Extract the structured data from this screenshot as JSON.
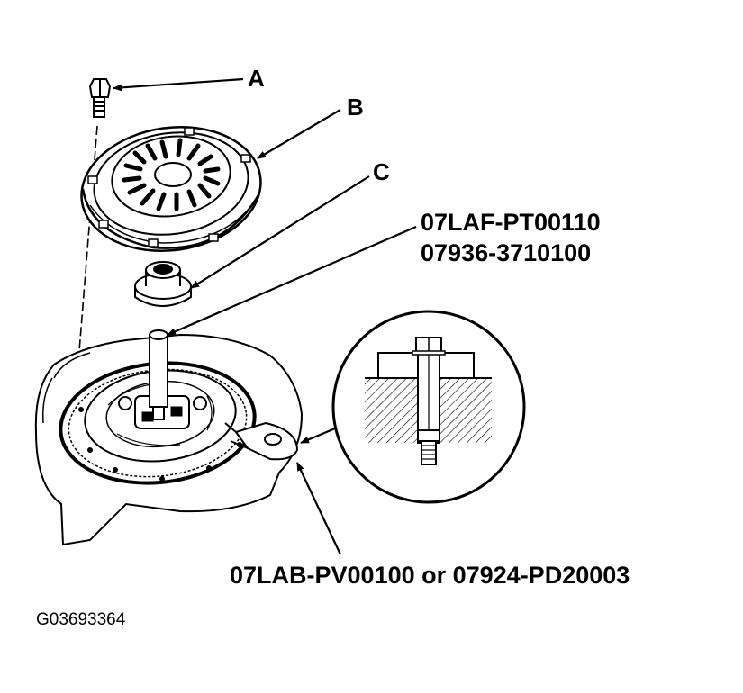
{
  "labels": {
    "a": "A",
    "b": "B",
    "c": "C"
  },
  "tools": {
    "driver_primary": "07LAF-PT00110",
    "driver_alternate": "07936-3710100",
    "holder": "07LAB-PV00100 or 07924-PD20003"
  },
  "figure_id": "G03693364",
  "colors": {
    "ink": "#000000",
    "paper": "#ffffff"
  }
}
